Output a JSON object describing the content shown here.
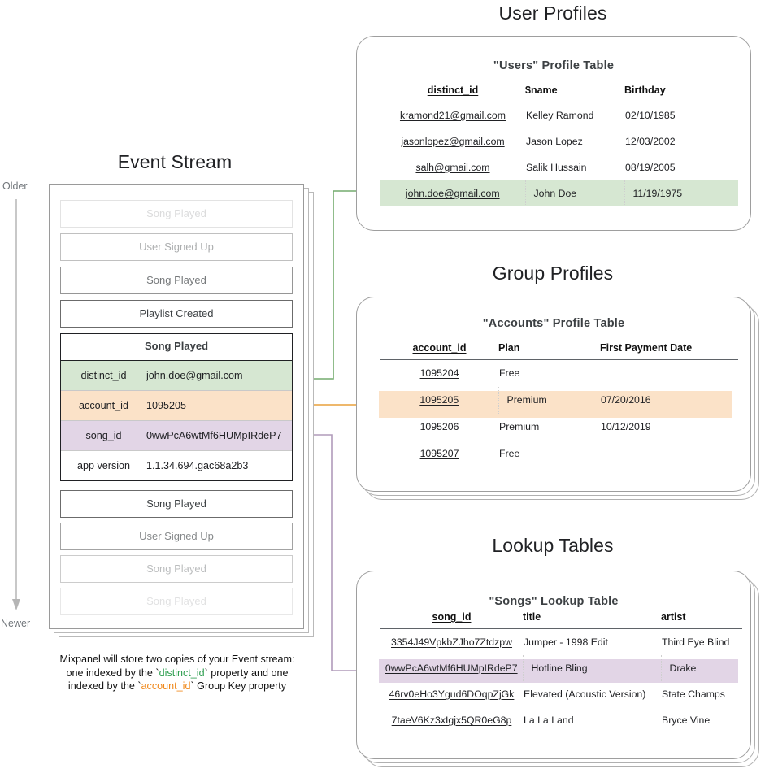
{
  "sections": {
    "event_stream": {
      "title": "Event Stream",
      "axis_older": "Older",
      "axis_newer": "Newer",
      "events_before": [
        {
          "label": "Song Played",
          "opacity": "0.18"
        },
        {
          "label": "User Signed Up",
          "opacity": "0.42"
        },
        {
          "label": "Song Played",
          "opacity": "0.70"
        },
        {
          "label": "Playlist Created",
          "opacity": "1"
        }
      ],
      "focus_event": {
        "name": "Song Played",
        "properties": [
          {
            "key": "distinct_id",
            "value": "john.doe@gmail.com",
            "highlight": "green"
          },
          {
            "key": "account_id",
            "value": "1095205",
            "highlight": "orange"
          },
          {
            "key": "song_id",
            "value": "0wwPcA6wtMf6HUMpIRdeP7",
            "highlight": "purple"
          },
          {
            "key": "app version",
            "value": "1.1.34.694.gac68a2b3",
            "highlight": "none"
          }
        ]
      },
      "events_after": [
        {
          "label": "Song Played",
          "opacity": "1"
        },
        {
          "label": "User Signed Up",
          "opacity": "0.62"
        },
        {
          "label": "Song Played",
          "opacity": "0.34"
        },
        {
          "label": "Song Played",
          "opacity": "0.15"
        }
      ],
      "caption": {
        "line1": "Mixpanel will store two copies of your Event stream:",
        "line2_a": "one indexed by the `",
        "line2_key": "distinct_id",
        "line2_b": "` property and one",
        "line3_a": "indexed by the `",
        "line3_key": "account_id",
        "line3_b": "` Group Key property"
      }
    },
    "user_profiles": {
      "title": "User Profiles",
      "table_title": "\"Users\" Profile Table",
      "columns": [
        "distinct_id",
        "$name",
        "Birthday"
      ],
      "rows": [
        {
          "cells": [
            "kramond21@gmail.com",
            "Kelley Ramond",
            "02/10/1985"
          ],
          "highlight": "none"
        },
        {
          "cells": [
            "jasonlopez@gmail.com",
            "Jason Lopez",
            "12/03/2002"
          ],
          "highlight": "none"
        },
        {
          "cells": [
            "salh@gmail.com",
            "Salik Hussain",
            "08/19/2005"
          ],
          "highlight": "none"
        },
        {
          "cells": [
            "john.doe@gmail.com",
            "John Doe",
            "11/19/1975"
          ],
          "highlight": "green"
        }
      ]
    },
    "group_profiles": {
      "title": "Group Profiles",
      "table_title": "\"Accounts\" Profile Table",
      "columns": [
        "account_id",
        "Plan",
        "First Payment Date"
      ],
      "rows": [
        {
          "cells": [
            "1095204",
            "Free",
            ""
          ],
          "highlight": "none"
        },
        {
          "cells": [
            "1095205",
            "Premium",
            "07/20/2016"
          ],
          "highlight": "orange"
        },
        {
          "cells": [
            "1095206",
            "Premium",
            "10/12/2019"
          ],
          "highlight": "none"
        },
        {
          "cells": [
            "1095207",
            "Free",
            ""
          ],
          "highlight": "none"
        }
      ]
    },
    "lookup_tables": {
      "title": "Lookup Tables",
      "table_title": "\"Songs\" Lookup Table",
      "columns": [
        "song_id",
        "title",
        "artist"
      ],
      "rows": [
        {
          "cells": [
            "3354J49VpkbZJho7Ztdzpw",
            "Jumper - 1998 Edit",
            "Third Eye Blind"
          ],
          "highlight": "none"
        },
        {
          "cells": [
            "0wwPcA6wtMf6HUMpIRdeP7",
            "Hotline Bling",
            "Drake"
          ],
          "highlight": "purple"
        },
        {
          "cells": [
            "46rv0eHo3Ygud6DOqpZjGk",
            "Elevated (Acoustic Version)",
            "State Champs"
          ],
          "highlight": "none"
        },
        {
          "cells": [
            "7taeV6Kz3xIgjx5QR0eG8p",
            "La La Land",
            "Bryce Vine"
          ],
          "highlight": "none"
        }
      ]
    }
  },
  "colors": {
    "green_fill": "#d6e7d2",
    "orange_fill": "#fbe2c8",
    "purple_fill": "#e2d5e6",
    "green_line": "#74ab6e",
    "orange_line": "#e8a council",
    "orange_arrow": "#e9a13b",
    "purple_line": "#b09bba",
    "card_border": "#9e9e9e",
    "text": "#202124",
    "muted": "#70757a"
  }
}
